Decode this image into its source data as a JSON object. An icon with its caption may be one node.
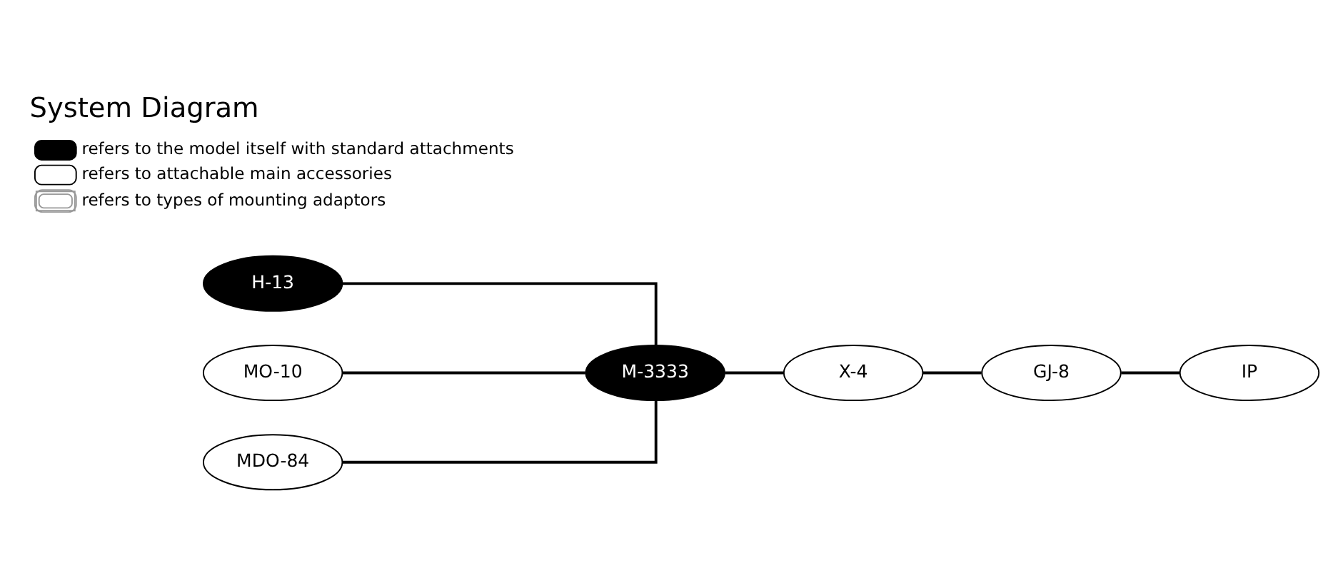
{
  "diagram": {
    "title": "System Diagram",
    "nodes": [
      {
        "text": [
          "H-13"
        ]
      },
      {
        "text": [
          "M-3333"
        ]
      },
      {
        "text": [
          "X-4"
        ]
      },
      {
        "text": [
          "GJ-8"
        ]
      },
      {
        "text": [
          "IP"
        ]
      },
      {
        "text": [
          "MO-10"
        ]
      },
      {
        "text": [
          "MDO-84"
        ]
      }
    ],
    "edges": [
      {
        "from": 0,
        "to": 1,
        "arrow": "none"
      },
      {
        "from": 1,
        "to": 2,
        "arrow": "none"
      },
      {
        "from": 2,
        "to": 3,
        "arrow": "none"
      },
      {
        "from": 3,
        "to": 4,
        "arrow": "none"
      },
      {
        "from": 5,
        "to": 1,
        "arrow": "none"
      },
      {
        "from": 6,
        "to": 1,
        "arrow": "none"
      }
    ],
    "legend": [
      {
        "text": "refers to the model itself with standard attachments"
      },
      {
        "text": "refers to attachable main accessories"
      },
      {
        "text": "refers to types of mounting adaptors"
      }
    ]
  }
}
